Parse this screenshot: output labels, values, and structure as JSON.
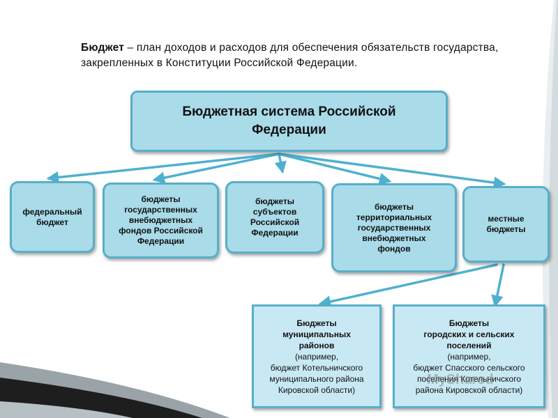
{
  "intro": {
    "term": "Бюджет",
    "definition": " – план доходов и расходов для обеспечения  обязательств государства, закрепленных в Конституции Российской Федерации."
  },
  "root": {
    "line1": "Бюджетная система Российской",
    "line2": "Федерации"
  },
  "level2": [
    {
      "lines": [
        "федеральный",
        "бюджет"
      ]
    },
    {
      "lines": [
        "бюджеты",
        "государственных",
        "внебюджетных",
        "фондов Российской",
        "Федерации"
      ]
    },
    {
      "lines": [
        "бюджеты",
        "субъектов",
        "Российской",
        "Федерации"
      ]
    },
    {
      "lines": [
        "бюджеты",
        "территориальных",
        "государственных",
        "внебюджетных",
        "фондов"
      ]
    },
    {
      "lines": [
        "местные",
        "бюджеты"
      ]
    }
  ],
  "level3": [
    {
      "title_lines": [
        "Бюджеты",
        "муниципальных",
        "районов"
      ],
      "example_lines": [
        "(например,",
        "бюджет Котельничского",
        "муниципального района",
        "Кировской области)"
      ]
    },
    {
      "title_lines": [
        "Бюджеты",
        "городских и сельских",
        "поселений"
      ],
      "example_lines": [
        "(например,",
        "бюджет Спасского сельского",
        "поселения Котельничского",
        "района Кировской области)"
      ]
    }
  ],
  "watermark": "MyShared",
  "colors": {
    "box_fill": "#a9dbe9",
    "box_border": "#57afc9",
    "bottom_box_fill": "#c8e9f3",
    "arrow": "#4fb0cf"
  }
}
